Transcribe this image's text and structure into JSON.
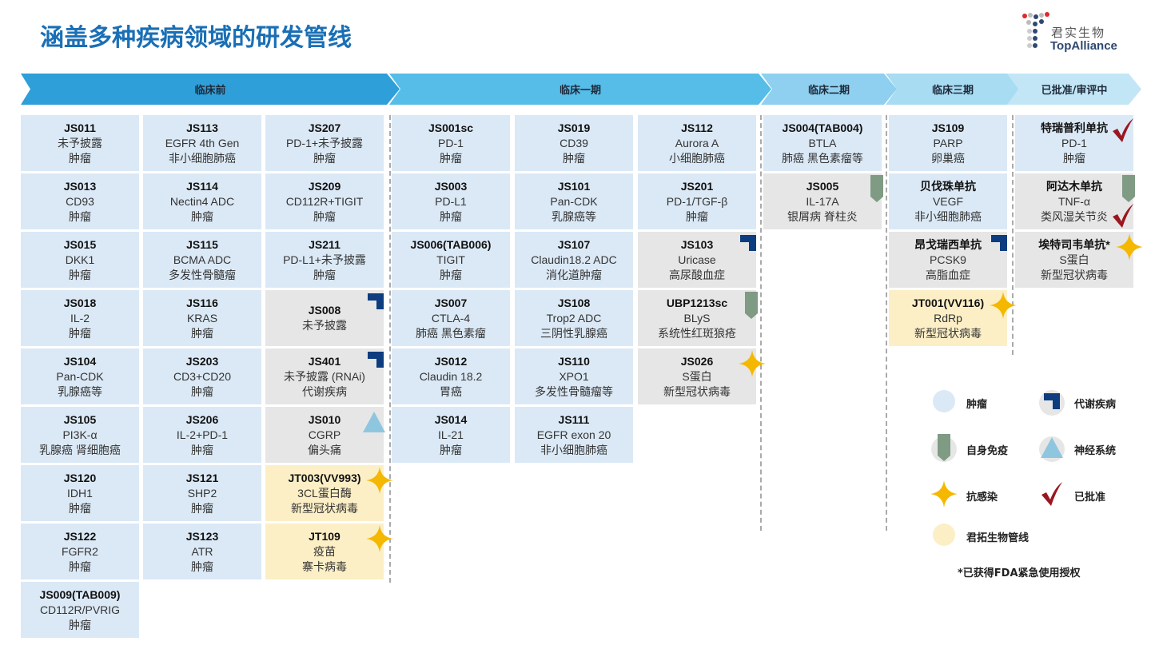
{
  "title": "涵盖多种疾病领域的研发管线",
  "logo": {
    "cn": "君实生物",
    "en": "TopAlliance"
  },
  "colors": {
    "oncology": "#dbe9f6",
    "other": "#e6e6e6",
    "junta": "#fcefc6",
    "metabolic": "#0e3d7f",
    "autoimmune": "#7f9b83",
    "neuro": "#8fc6df",
    "star": "#f5b800",
    "check": "#9b1620",
    "header": "#3aa8e0"
  },
  "phases": [
    "临床前",
    "临床一期",
    "临床二期",
    "临床三期",
    "已批准/审评中"
  ],
  "columns": [
    {
      "phase": "临床前",
      "cells": [
        {
          "lines": [
            "JS011",
            "未予披露",
            "肿瘤"
          ],
          "type": "blue"
        },
        {
          "lines": [
            "JS013",
            "CD93",
            "肿瘤"
          ],
          "type": "blue"
        },
        {
          "lines": [
            "JS015",
            "DKK1",
            "肿瘤"
          ],
          "type": "blue"
        },
        {
          "lines": [
            "JS018",
            "IL-2",
            "肿瘤"
          ],
          "type": "blue"
        },
        {
          "lines": [
            "JS104",
            "Pan-CDK",
            "乳腺癌等"
          ],
          "type": "blue"
        },
        {
          "lines": [
            "JS105",
            "PI3K-α",
            "乳腺癌 肾细胞癌"
          ],
          "type": "blue"
        },
        {
          "lines": [
            "JS120",
            "IDH1",
            "肿瘤"
          ],
          "type": "blue"
        },
        {
          "lines": [
            "JS122",
            "FGFR2",
            "肿瘤"
          ],
          "type": "blue"
        },
        {
          "lines": [
            "JS009(TAB009)",
            "CD112R/PVRIG",
            "肿瘤"
          ],
          "type": "blue"
        }
      ]
    },
    {
      "phase": "临床前",
      "cells": [
        {
          "lines": [
            "JS113",
            "EGFR 4th Gen",
            "非小细胞肺癌"
          ],
          "type": "blue"
        },
        {
          "lines": [
            "JS114",
            "Nectin4 ADC",
            "肿瘤"
          ],
          "type": "blue"
        },
        {
          "lines": [
            "JS115",
            "BCMA ADC",
            "多发性骨髓瘤"
          ],
          "type": "blue"
        },
        {
          "lines": [
            "JS116",
            "KRAS",
            "肿瘤"
          ],
          "type": "blue"
        },
        {
          "lines": [
            "JS203",
            "CD3+CD20",
            "肿瘤"
          ],
          "type": "blue"
        },
        {
          "lines": [
            "JS206",
            "IL-2+PD-1",
            "肿瘤"
          ],
          "type": "blue"
        },
        {
          "lines": [
            "JS121",
            "SHP2",
            "肿瘤"
          ],
          "type": "blue"
        },
        {
          "lines": [
            "JS123",
            "ATR",
            "肿瘤"
          ],
          "type": "blue"
        }
      ]
    },
    {
      "phase": "临床前",
      "cells": [
        {
          "lines": [
            "JS207",
            "PD-1+未予披露",
            "肿瘤"
          ],
          "type": "blue"
        },
        {
          "lines": [
            "JS209",
            "CD112R+TIGIT",
            "肿瘤"
          ],
          "type": "blue"
        },
        {
          "lines": [
            "JS211",
            "PD-L1+未予披露",
            "肿瘤"
          ],
          "type": "blue"
        },
        {
          "lines": [
            "JS008",
            "未予披露"
          ],
          "type": "gray",
          "markers": [
            "metabolic"
          ]
        },
        {
          "lines": [
            "JS401",
            "未予披露 (RNAi)",
            "代谢疾病"
          ],
          "type": "gray",
          "markers": [
            "metabolic"
          ]
        },
        {
          "lines": [
            "JS010",
            "CGRP",
            "偏头痛"
          ],
          "type": "gray",
          "markers": [
            "neuro"
          ]
        },
        {
          "lines": [
            "JT003(VV993)",
            "3CL蛋白酶",
            "新型冠状病毒"
          ],
          "type": "yellow",
          "markers": [
            "star"
          ]
        },
        {
          "lines": [
            "JT109",
            "疫苗",
            "寨卡病毒"
          ],
          "type": "yellow",
          "markers": [
            "star"
          ]
        }
      ]
    },
    {
      "phase": "临床一期",
      "cells": [
        {
          "lines": [
            "JS001sc",
            "PD-1",
            "肿瘤"
          ],
          "type": "blue"
        },
        {
          "lines": [
            "JS003",
            "PD-L1",
            "肿瘤"
          ],
          "type": "blue"
        },
        {
          "lines": [
            "JS006(TAB006)",
            "TIGIT",
            "肿瘤"
          ],
          "type": "blue"
        },
        {
          "lines": [
            "JS007",
            "CTLA-4",
            "肺癌 黑色素瘤"
          ],
          "type": "blue"
        },
        {
          "lines": [
            "JS012",
            "Claudin 18.2",
            "胃癌"
          ],
          "type": "blue"
        },
        {
          "lines": [
            "JS014",
            "IL-21",
            "肿瘤"
          ],
          "type": "blue"
        }
      ]
    },
    {
      "phase": "临床一期",
      "cells": [
        {
          "lines": [
            "JS019",
            "CD39",
            "肿瘤"
          ],
          "type": "blue"
        },
        {
          "lines": [
            "JS101",
            "Pan-CDK",
            "乳腺癌等"
          ],
          "type": "blue"
        },
        {
          "lines": [
            "JS107",
            "Claudin18.2 ADC",
            "消化道肿瘤"
          ],
          "type": "blue"
        },
        {
          "lines": [
            "JS108",
            "Trop2 ADC",
            "三阴性乳腺癌"
          ],
          "type": "blue"
        },
        {
          "lines": [
            "JS110",
            "XPO1",
            "多发性骨髓瘤等"
          ],
          "type": "blue"
        },
        {
          "lines": [
            "JS111",
            "EGFR exon 20",
            "非小细胞肺癌"
          ],
          "type": "blue"
        }
      ]
    },
    {
      "phase": "临床一期",
      "cells": [
        {
          "lines": [
            "JS112",
            "Aurora A",
            "小细胞肺癌"
          ],
          "type": "blue"
        },
        {
          "lines": [
            "JS201",
            "PD-1/TGF-β",
            "肿瘤"
          ],
          "type": "blue"
        },
        {
          "lines": [
            "JS103",
            "Uricase",
            "高尿酸血症"
          ],
          "type": "gray",
          "markers": [
            "metabolic"
          ]
        },
        {
          "lines": [
            "UBP1213sc",
            "BLyS",
            "系统性红斑狼疮"
          ],
          "type": "gray",
          "markers": [
            "autoimmune"
          ]
        },
        {
          "lines": [
            "JS026",
            "S蛋白",
            "新型冠状病毒"
          ],
          "type": "gray",
          "markers": [
            "star"
          ]
        }
      ]
    },
    {
      "phase": "临床二期",
      "cells": [
        {
          "lines": [
            "JS004(TAB004)",
            "BTLA",
            "肺癌 黑色素瘤等"
          ],
          "type": "blue"
        },
        {
          "lines": [
            "JS005",
            "IL-17A",
            "银屑病 脊柱炎"
          ],
          "type": "gray",
          "markers": [
            "autoimmune"
          ]
        }
      ]
    },
    {
      "phase": "临床三期",
      "cells": [
        {
          "lines": [
            "JS109",
            "PARP",
            "卵巢癌"
          ],
          "type": "blue"
        },
        {
          "lines": [
            "贝伐珠单抗",
            "VEGF",
            "非小细胞肺癌"
          ],
          "type": "blue"
        },
        {
          "lines": [
            "昂戈瑞西单抗",
            "PCSK9",
            "高脂血症"
          ],
          "type": "gray",
          "markers": [
            "metabolic"
          ]
        },
        {
          "lines": [
            "JT001(VV116)",
            "RdRp",
            "新型冠状病毒"
          ],
          "type": "yellow",
          "markers": [
            "star"
          ]
        }
      ]
    },
    {
      "phase": "已批准/审评中",
      "cells": [
        {
          "lines": [
            "特瑞普利单抗",
            "PD-1",
            "肿瘤"
          ],
          "type": "blue",
          "markers": [
            "check"
          ]
        },
        {
          "lines": [
            "阿达木单抗",
            "TNF-α",
            "类风湿关节炎"
          ],
          "type": "gray",
          "markers": [
            "autoimmune",
            "check"
          ]
        },
        {
          "lines": [
            "埃特司韦单抗*",
            "S蛋白",
            "新型冠状病毒"
          ],
          "type": "gray",
          "markers": [
            "star"
          ]
        }
      ]
    }
  ],
  "legend": [
    {
      "symbol": "oncology",
      "label": "肿瘤"
    },
    {
      "symbol": "metabolic",
      "label": "代谢疾病"
    },
    {
      "symbol": "autoimmune",
      "label": "自身免疫"
    },
    {
      "symbol": "neuro",
      "label": "神经系统"
    },
    {
      "symbol": "star",
      "label": "抗感染"
    },
    {
      "symbol": "check",
      "label": "已批准"
    },
    {
      "symbol": "junta",
      "label": "君拓生物管线"
    }
  ],
  "footnote": "*已获得FDA紧急使用授权"
}
